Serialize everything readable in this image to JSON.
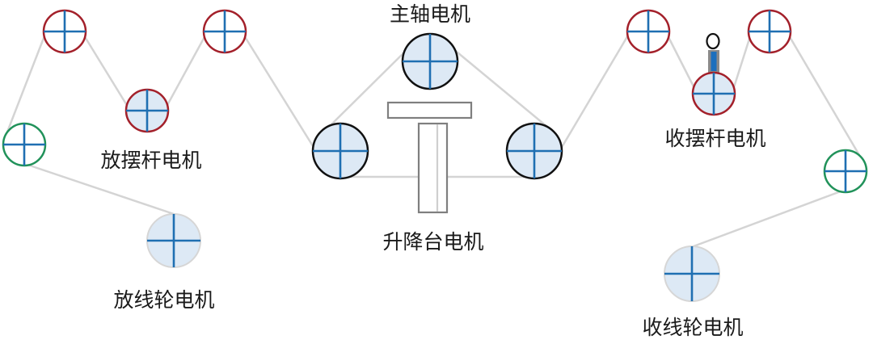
{
  "colors": {
    "background": "#ffffff",
    "wire": "#d4d4d4",
    "spoke": "#1f6fb2",
    "guide_roller_border": "#a3202a",
    "tension_roller_border": "#21925a",
    "drive_roller_border": "#111111",
    "wheel_border": "#d6d6d6",
    "roller_fill": "#dde9f5",
    "sensor_bar": "#1c6fbd",
    "frame": "#7f7f7f"
  },
  "labels": {
    "payoff_dancer_motor": "放摆杆电机",
    "payoff_wheel_motor": "放线轮电机",
    "spindle_motor": "主轴电机",
    "lift_table_motor": "升降台电机",
    "takeup_dancer_motor": "收摆杆电机",
    "takeup_wheel_motor": "收线轮电机"
  },
  "components": [
    {
      "id": "payoff-wheel",
      "type": "wheel",
      "label_key": "payoff_wheel_motor"
    },
    {
      "id": "payoff-tension-roller",
      "type": "tension-roller"
    },
    {
      "id": "payoff-guide-roller-1",
      "type": "guide-roller"
    },
    {
      "id": "payoff-dancer-roller",
      "type": "dancer-roller",
      "label_key": "payoff_dancer_motor"
    },
    {
      "id": "payoff-guide-roller-2",
      "type": "guide-roller"
    },
    {
      "id": "left-drive-roller",
      "type": "drive-roller"
    },
    {
      "id": "spindle-roller",
      "type": "drive-roller",
      "label_key": "spindle_motor"
    },
    {
      "id": "right-drive-roller",
      "type": "drive-roller"
    },
    {
      "id": "lift-table",
      "type": "lift-table",
      "label_key": "lift_table_motor"
    },
    {
      "id": "takeup-guide-roller-1",
      "type": "guide-roller"
    },
    {
      "id": "takeup-dancer-roller",
      "type": "dancer-roller",
      "label_key": "takeup_dancer_motor"
    },
    {
      "id": "takeup-dancer-sensor",
      "type": "sensor"
    },
    {
      "id": "takeup-guide-roller-2",
      "type": "guide-roller"
    },
    {
      "id": "takeup-tension-roller",
      "type": "tension-roller"
    },
    {
      "id": "takeup-wheel",
      "type": "wheel",
      "label_key": "takeup_wheel_motor"
    }
  ]
}
